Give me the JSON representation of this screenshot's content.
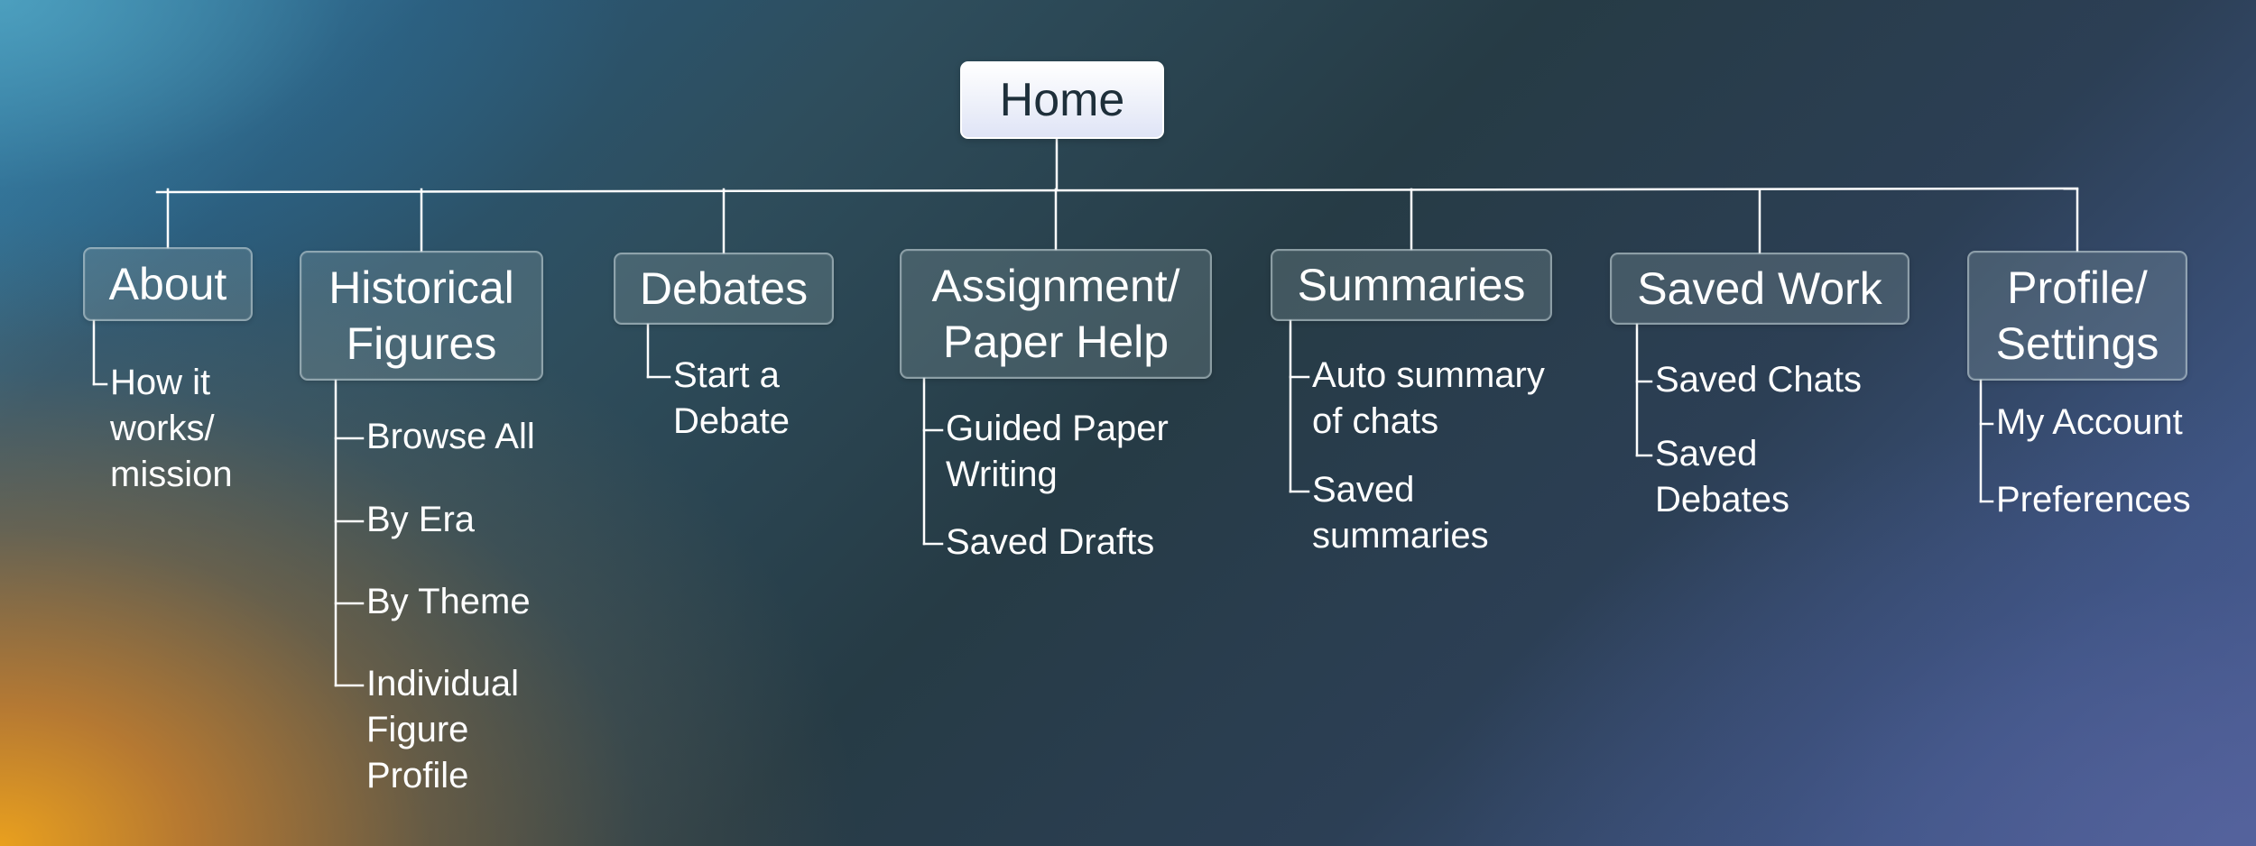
{
  "colors": {
    "connector": "#ffffff",
    "root_text": "#1e2f3a",
    "node_text": "#ffffff"
  },
  "root": {
    "label": "Home"
  },
  "sections": [
    {
      "key": "about",
      "label_lines": [
        "About"
      ],
      "children": [
        {
          "lines": [
            "How it",
            "works/",
            "mission"
          ]
        }
      ]
    },
    {
      "key": "historical-figures",
      "label_lines": [
        "Historical",
        "Figures"
      ],
      "children": [
        {
          "lines": [
            "Browse All"
          ]
        },
        {
          "lines": [
            "By Era"
          ]
        },
        {
          "lines": [
            "By Theme"
          ]
        },
        {
          "lines": [
            "Individual",
            "Figure",
            "Profile"
          ]
        }
      ]
    },
    {
      "key": "debates",
      "label_lines": [
        "Debates"
      ],
      "children": [
        {
          "lines": [
            "Start a",
            "Debate"
          ]
        }
      ]
    },
    {
      "key": "assignment-paper-help",
      "label_lines": [
        "Assignment/",
        "Paper Help"
      ],
      "children": [
        {
          "lines": [
            "Guided Paper",
            "Writing"
          ]
        },
        {
          "lines": [
            "Saved Drafts"
          ]
        }
      ]
    },
    {
      "key": "summaries",
      "label_lines": [
        "Summaries"
      ],
      "children": [
        {
          "lines": [
            "Auto summary",
            "of chats"
          ]
        },
        {
          "lines": [
            "Saved",
            "summaries"
          ]
        }
      ]
    },
    {
      "key": "saved-work",
      "label_lines": [
        "Saved Work"
      ],
      "children": [
        {
          "lines": [
            "Saved Chats"
          ]
        },
        {
          "lines": [
            "Saved",
            "Debates"
          ]
        }
      ]
    },
    {
      "key": "profile-settings",
      "label_lines": [
        "Profile/",
        "Settings"
      ],
      "children": [
        {
          "lines": [
            "My Account"
          ]
        },
        {
          "lines": [
            "Preferences"
          ]
        }
      ]
    }
  ]
}
